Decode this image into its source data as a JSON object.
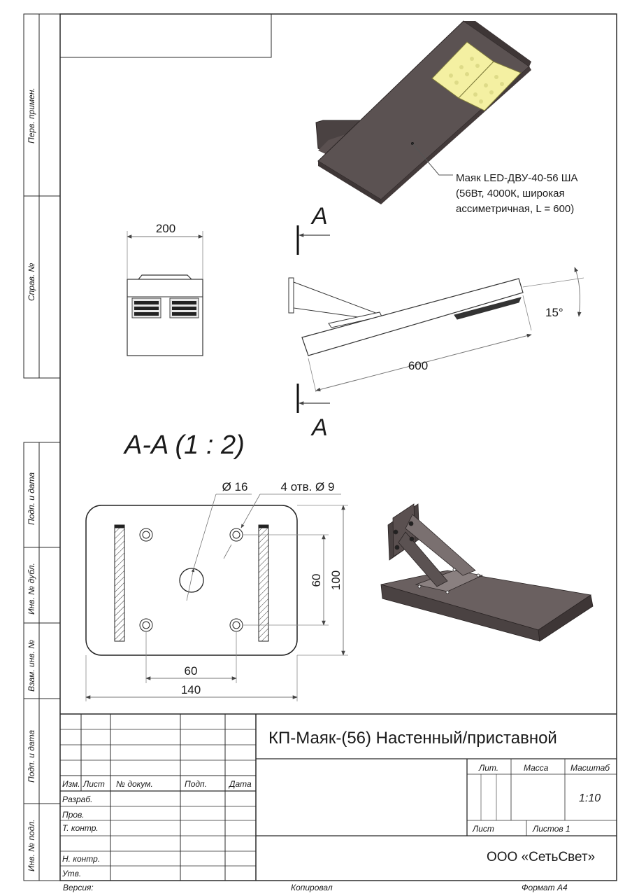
{
  "side_stamps": {
    "perv_primen": "Перв. примен.",
    "sprav_no": "Справ. №",
    "podp_data_1": "Подп. и дата",
    "inv_dubl": "Инв. № дубл.",
    "vzam_inv": "Взам. инв. №",
    "podp_data_2": "Подп. и дата",
    "inv_podl": "Инв. № подл."
  },
  "callout": {
    "line1": "Маяк LED-ДВУ-40-56 ША",
    "line2": "(56Вт, 4000К, широкая",
    "line3": "ассиметричная, L = 600)"
  },
  "dims": {
    "front_width": "200",
    "length": "600",
    "angle": "15°",
    "bore": "Ø 16",
    "holes": "4 отв. Ø 9",
    "plate_hole_spacing_x": "60",
    "plate_width": "140",
    "plate_hole_spacing_y": "60",
    "plate_height": "100"
  },
  "section": {
    "marker_top": "A",
    "marker_bottom": "A",
    "title": "A-A (1 : 2)"
  },
  "title_block": {
    "doc_title": "КП-Маяк-(56) Настенный/приставной",
    "col_izm": "Изм.",
    "col_list": "Лист",
    "col_nodokum": "№ докум.",
    "col_podp": "Подп.",
    "col_data": "Дата",
    "row_razrab": "Разраб.",
    "row_prov": "Пров.",
    "row_tkontr": "Т. контр.",
    "row_nkontr": "Н. контр.",
    "row_utv": "Утв.",
    "lit": "Лит.",
    "massa": "Масса",
    "masshtab": "Масштаб",
    "scale_value": "1:10",
    "sheet": "Лист",
    "sheets": "Листов 1",
    "company": "ООО «СетьСвет»"
  },
  "footer": {
    "version": "Версия:",
    "copied": "Копировал",
    "format": "Формат А4"
  }
}
